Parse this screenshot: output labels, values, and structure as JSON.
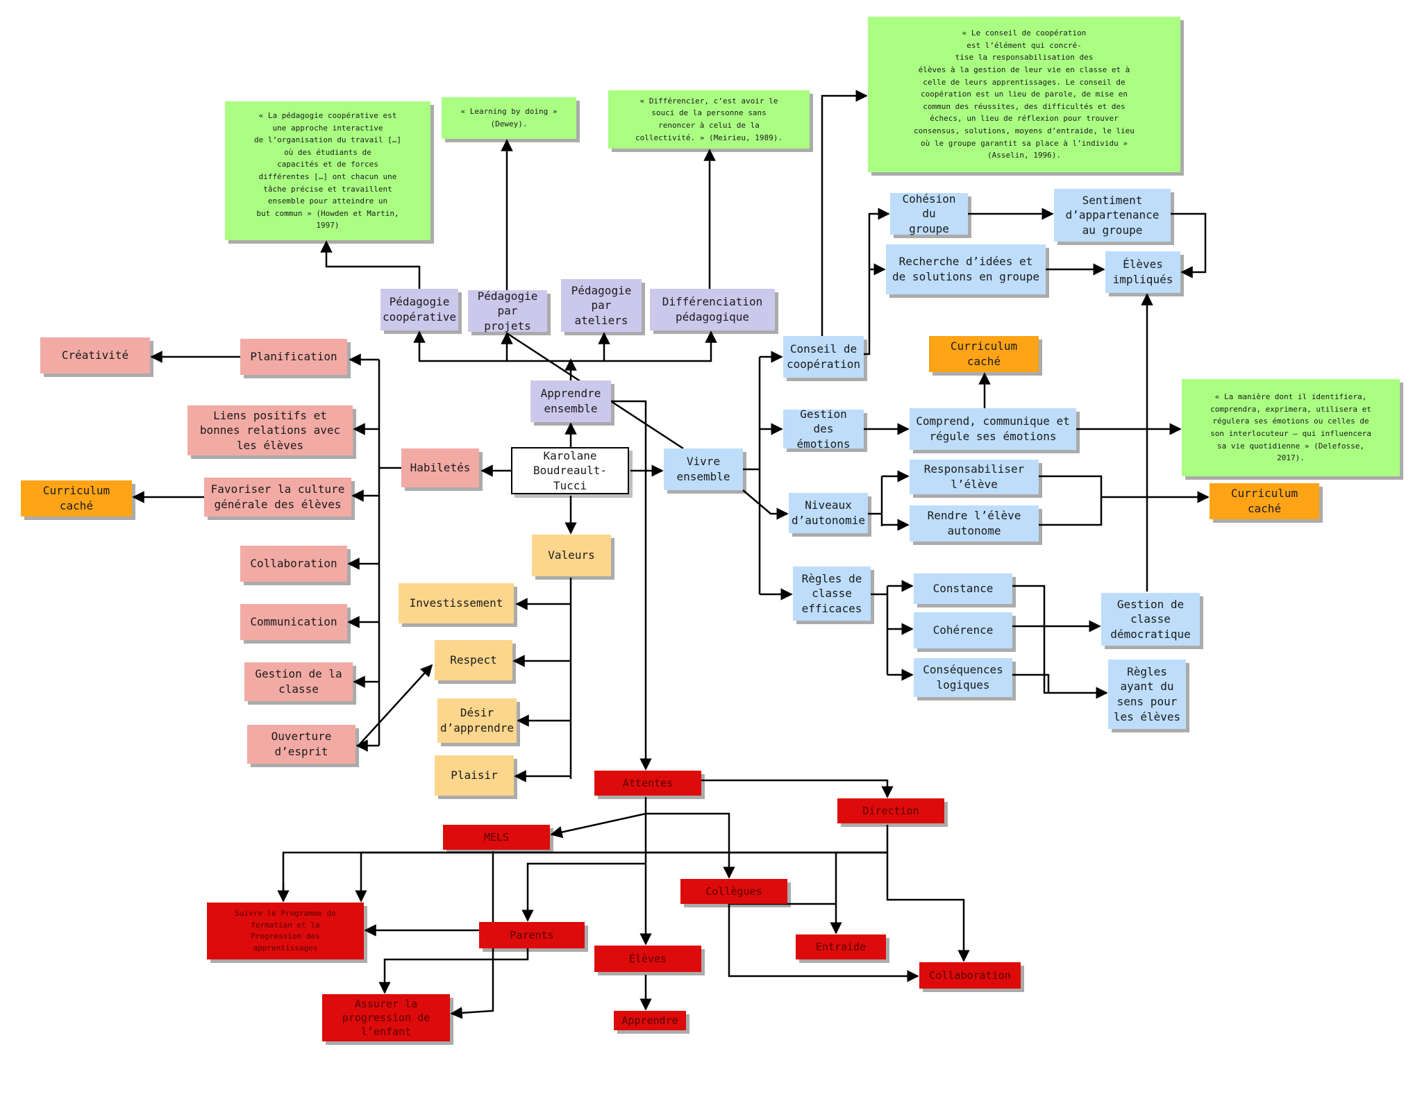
{
  "colors": {
    "white": "#ffffff",
    "purple": "#ccc8ec",
    "pink": "#f2aaa5",
    "yellow": "#fcd68c",
    "blue": "#bdddfb",
    "green": "#aaff83",
    "orange": "#ffa417",
    "red": "#dd0b0b"
  },
  "nodes": {
    "karolane": "Karolane\nBoudreault-Tucci",
    "apprendre_ensemble": "Apprendre\nensemble",
    "habiletes": "Habiletés",
    "vivre_ensemble": "Vivre\nensemble",
    "valeurs": "Valeurs",
    "ped_coop": "Pédagogie\ncoopérative",
    "ped_projets": "Pédagogie\npar projets",
    "ped_ateliers": "Pédagogie\npar\nateliers",
    "differenciation": "Différenciation\npédagogique",
    "quote_coop": "« La pédagogie coopérative est\nune approche interactive\nde l’organisation du travail […]\noù des étudiants de\ncapacités et de forces\ndifférentes […] ont chacun une\ntâche précise et travaillent\nensemble pour atteindre un\nbut commun » (Howden et Martin,\n1997)",
    "quote_dewey": "« Learning by doing »\n(Dewey).",
    "quote_meirieu": "« Différencier, c’est avoir le\nsouci de la personne sans\nrenoncer à celui de la\ncollectivité. » (Meirieu, 1989).",
    "quote_asselin": "« Le conseil de coopération\nest l’élément qui concré-\ntise la responsabilisation des\nélèves à la gestion de leur vie en classe et à\ncelle de leurs apprentissages. Le conseil de\ncoopération est un lieu de parole, de mise en\ncommun des réussites, des difficultés et des\néchecs, un lieu de réflexion pour trouver\nconsensus, solutions, moyens d’entraide, le lieu\noù le groupe garantit sa place à l’individu »\n(Asselin, 1996).",
    "quote_delefosse": "« La manière dont il identifiera,\ncomprendra, exprimera, utilisera et\nrégulera ses émotions ou celles de\nson interlocuteur – qui influencera\nsa vie quotidienne » (Delefosse,\n2017).",
    "creativite": "Créativité",
    "planification": "Planification",
    "liens_positifs": "Liens positifs et\nbonnes relations avec\nles élèves",
    "favoriser_culture": "Favoriser la culture\ngénérale des élèves",
    "curriculum_cache_left": "Curriculum\ncaché",
    "collaboration_pink": "Collaboration",
    "communication": "Communication",
    "gestion_classe": "Gestion de la\nclasse",
    "ouverture": "Ouverture\nd’esprit",
    "investissement": "Investissement",
    "respect": "Respect",
    "desir": "Désir\nd’apprendre",
    "plaisir": "Plaisir",
    "conseil_coop": "Conseil de\ncoopération",
    "gestion_emotions": "Gestion des\némotions",
    "niveaux_autonomie": "Niveaux\nd’autonomie",
    "regles_classe": "Règles de\nclasse\nefficaces",
    "cohesion": "Cohésion du\ngroupe",
    "recherche_idees": "Recherche d’idées et\nde solutions en groupe",
    "sentiment": "Sentiment\nd’appartenance\nau groupe",
    "eleves_impliques": "Élèves\nimpliqués",
    "curriculum_cache_top": "Curriculum\ncaché",
    "comprend": "Comprend, communique et\nrégule ses émotions",
    "responsabiliser": "Responsabiliser\nl’élève",
    "rendre_autonome": "Rendre l’élève\nautonome",
    "curriculum_cache_right": "Curriculum\ncaché",
    "constance": "Constance",
    "coherence": "Cohérence",
    "consequences": "Conséquences\nlogiques",
    "gestion_democratique": "Gestion de\nclasse\ndémocratique",
    "regles_sens": "Règles\nayant du\nsens pour\nles élèves",
    "attentes": "Attentes",
    "direction": "Direction",
    "mels": "MELS",
    "collegues": "Collègues",
    "suivre_programme": "Suivre le Programme de\nformation et la\nProgression des\napprentissages",
    "parents": "Parents",
    "entraide": "Entraide",
    "eleves": "Élèves",
    "collaboration_red": "Collaboration",
    "assurer": "Assurer la\nprogression de\nl’enfant",
    "apprendre": "Apprendre"
  }
}
